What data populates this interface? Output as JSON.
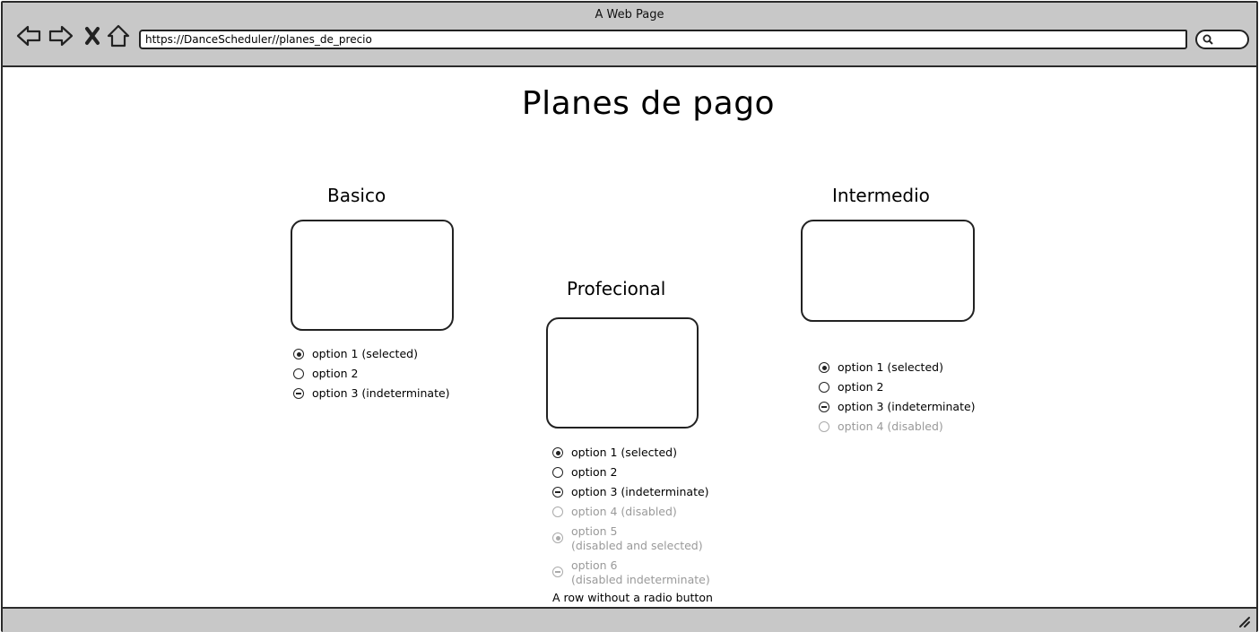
{
  "browser": {
    "window_title": "A Web Page",
    "url": "https://DanceScheduler//planes_de_precio",
    "icons": [
      "back-icon",
      "forward-icon",
      "close-icon",
      "home-icon",
      "search-icon",
      "resize-grip-icon"
    ]
  },
  "page": {
    "title": "Planes de pago"
  },
  "plans": {
    "basico": {
      "title": "Basico",
      "options": [
        {
          "label": "option 1 (selected)",
          "state": "selected"
        },
        {
          "label": "option 2",
          "state": "unselected"
        },
        {
          "label": "option 3 (indeterminate)",
          "state": "indeterminate"
        }
      ]
    },
    "profecional": {
      "title": "Profecional",
      "options": [
        {
          "label": "option 1 (selected)",
          "state": "selected"
        },
        {
          "label": "option 2",
          "state": "unselected"
        },
        {
          "label": "option 3 (indeterminate)",
          "state": "indeterminate"
        },
        {
          "label": "option 4 (disabled)",
          "state": "disabled"
        },
        {
          "label": "option 5",
          "label2": "(disabled and selected)",
          "state": "disabled-selected"
        },
        {
          "label": "option 6",
          "label2": "(disabled indeterminate)",
          "state": "disabled-indeterminate"
        }
      ],
      "plain_row": "A row without a radio button"
    },
    "intermedio": {
      "title": "Intermedio",
      "options": [
        {
          "label": "option 1 (selected)",
          "state": "selected"
        },
        {
          "label": "option 2",
          "state": "unselected"
        },
        {
          "label": "option 3 (indeterminate)",
          "state": "indeterminate"
        },
        {
          "label": "option 4 (disabled)",
          "state": "disabled"
        }
      ]
    }
  }
}
